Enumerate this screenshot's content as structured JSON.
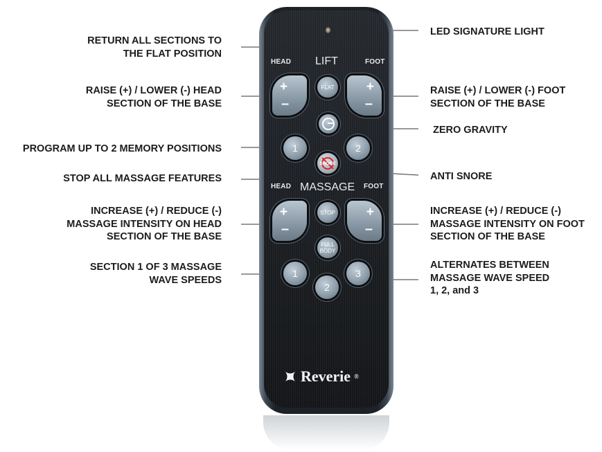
{
  "callouts": {
    "return_flat": "RETURN ALL SECTIONS TO\nTHE FLAT POSITION",
    "raise_head": "RAISE (+) /  LOWER (-) HEAD\nSECTION OF THE BASE",
    "memory": "PROGRAM UP TO 2 MEMORY POSITIONS",
    "stop_massage": "STOP ALL MASSAGE FEATURES",
    "massage_head": "INCREASE (+) / REDUCE (-)\nMASSAGE INTENSITY ON   HEAD\nSECTION OF THE BASE",
    "wave_speeds": "SECTION 1 OF 3 MASSAGE\nWAVE SPEEDS",
    "led": "LED SIGNATURE LIGHT",
    "raise_foot": "RAISE (+) / LOWER (-) FOOT\nSECTION OF THE BASE",
    "zero_gravity": "ZERO GRAVITY",
    "anti_snore": "ANTI SNORE",
    "massage_foot": "INCREASE (+) / REDUCE (-)\nMASSAGE INTENSITY ON FOOT\nSECTION OF THE BASE",
    "alternates": "ALTERNATES BETWEEN\nMASSAGE WAVE SPEED\n1, 2, and 3"
  },
  "remote": {
    "lift_label": "LIFT",
    "massage_label": "MASSAGE",
    "head_label": "HEAD",
    "foot_label": "FOOT",
    "plus": "+",
    "minus": "–",
    "flat": "FLAT",
    "memory_1": "1",
    "memory_2": "2",
    "snore": "SNORE",
    "stop": "STOP",
    "full_body": "FULL\nBODY",
    "wave_1": "1",
    "wave_2": "2",
    "wave_3": "3",
    "brand": "Reverie",
    "registered": "®"
  },
  "icons": {
    "zero_gravity": "zero-gravity-icon",
    "anti_snore": "no-snore-icon",
    "logo": "reverie-x-logo"
  },
  "colors": {
    "button_blue_gray": "#8e9eab",
    "snore_red": "#d9262b",
    "callout_text": "#1c1c1c",
    "remote_body": "#1d2228"
  }
}
